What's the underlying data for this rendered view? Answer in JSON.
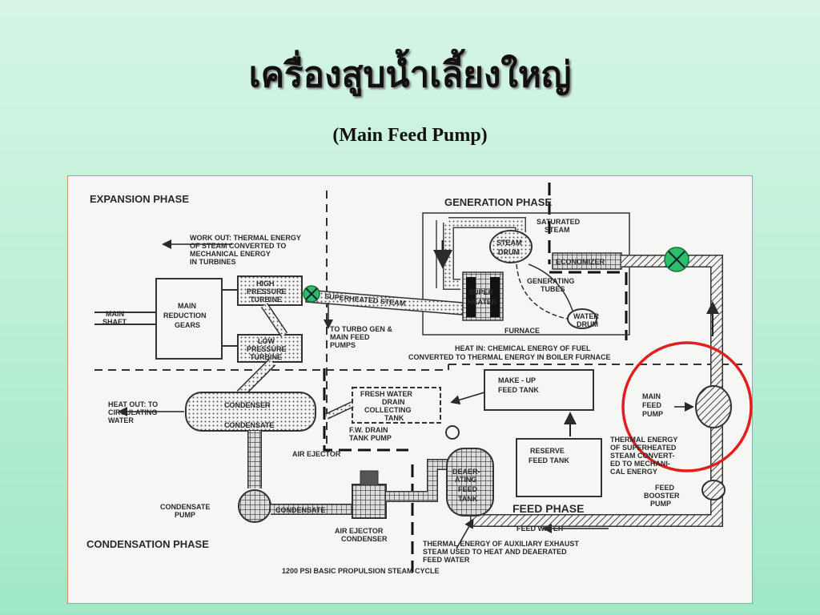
{
  "slide": {
    "title": "เครื่องสูบน้ำเลี้ยงใหญ่",
    "subtitle": "(Main Feed Pump)"
  },
  "diagram": {
    "phases": {
      "expansion": "EXPANSION PHASE",
      "generation": "GENERATION PHASE",
      "condensation": "CONDENSATION PHASE",
      "feed": "FEED PHASE"
    },
    "notes": {
      "work_out": [
        "WORK OUT: THERMAL ENERGY",
        "OF STEAM CONVERTED TO",
        "MECHANICAL ENERGY",
        "IN TURBINES"
      ],
      "heat_in": [
        "HEAT IN: CHEMICAL ENERGY OF FUEL",
        "CONVERTED TO THERMAL ENERGY IN BOILER FURNACE"
      ],
      "heat_out": [
        "HEAT OUT: TO",
        "CIRCULATING",
        "WATER"
      ],
      "thermal_superheated": [
        "THERMAL ENERGY",
        "OF SUPERHEATED",
        "STEAM CONVERT-",
        "ED TO MECHANI-",
        "CAL ENERGY"
      ],
      "thermal_aux": [
        "THERMAL ENERGY OF AUXILIARY EXHAUST",
        "STEAM USED TO HEAT AND DEAERATED",
        "FEED WATER"
      ],
      "to_turbo": [
        "TO TURBO GEN &",
        "MAIN FEED",
        "PUMPS"
      ],
      "caption": "1200 PSI BASIC PROPULSION STEAM CYCLE"
    },
    "components": {
      "main_shaft": [
        "MAIN",
        "SHAFT"
      ],
      "reduction_gears": [
        "MAIN",
        "REDUCTION",
        "GEARS"
      ],
      "hp_turbine": [
        "HIGH",
        "PRESSURE",
        "TURBINE"
      ],
      "lp_turbine": [
        "LOW",
        "PRESSURE",
        "TURBINE"
      ],
      "superheated_steam": "SUPERHEATED STEAM",
      "superheater": [
        "SUPER",
        "HEATER"
      ],
      "saturated_steam": [
        "SATURATED",
        "STEAM"
      ],
      "steam_drum": [
        "STEAM",
        "DRUM"
      ],
      "economizer": "ECONOMIZER",
      "generating_tubes": [
        "GENERATING",
        "TUBES"
      ],
      "water_drum": [
        "WATER",
        "DRUM"
      ],
      "furnace": "FURNACE",
      "main_feed_pump": [
        "MAIN",
        "FEED",
        "PUMP"
      ],
      "feed_booster_pump": [
        "FEED",
        "BOOSTER",
        "PUMP"
      ],
      "condenser": "CONDENSER",
      "condensate": "CONDENSATE",
      "fresh_water_tank": [
        "FRESH WATER",
        "DRAIN",
        "COLLECTING",
        "TANK"
      ],
      "fw_drain_pump": [
        "F.W. DRAIN",
        "TANK PUMP"
      ],
      "makeup_tank": [
        "MAKE - UP",
        "FEED TANK"
      ],
      "reserve_tank": [
        "RESERVE",
        "FEED TANK"
      ],
      "deaerating_tank": [
        "DEAER-",
        "ATING",
        "FEED",
        "TANK"
      ],
      "air_ejector": "AIR EJECTOR",
      "air_ejector_condenser": [
        "AIR EJECTOR",
        "CONDENSER"
      ],
      "condensate_pump": [
        "CONDENSATE",
        "PUMP"
      ],
      "condensate_line": "CONDENSATE",
      "feed_water": "FEED WATER"
    },
    "colors": {
      "highlight_circle": "#e0201c",
      "valve_marker": "#2ebd6b",
      "ink": "#2a2a2a"
    }
  }
}
